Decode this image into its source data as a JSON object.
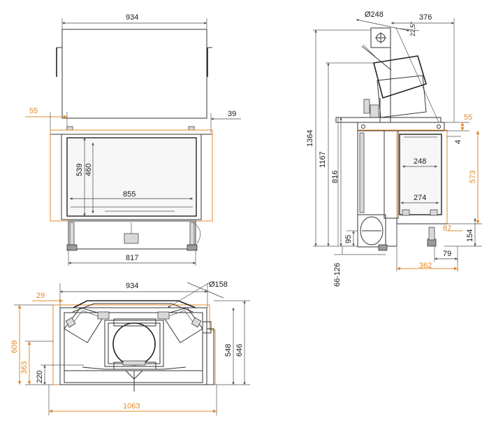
{
  "front_view": {
    "width_top": "934",
    "orange_left": "55",
    "right_offset": "39",
    "glass_height": "539",
    "glass_inner_height": "460",
    "glass_width": "855",
    "base_width": "817"
  },
  "side_view": {
    "flue_diameter": "Ø248",
    "depth_top": "376",
    "angle": "22,5°",
    "total_height": "1364",
    "height_1167": "1167",
    "height_816": "816",
    "height_95": "95",
    "feet_range": "66-126",
    "orange_55": "55",
    "gap_4": "4",
    "door_248": "248",
    "door_274": "274",
    "orange_573": "573",
    "orange_87": "87",
    "height_154": "154",
    "foot_79": "79",
    "orange_362": "362"
  },
  "plan_view": {
    "width_934": "934",
    "orange_29": "29",
    "air_diameter": "Ø158",
    "orange_609": "609",
    "orange_363": "363",
    "depth_220": "220",
    "depth_548": "548",
    "depth_646": "646",
    "orange_1063": "1063"
  },
  "colors": {
    "line": "#333333",
    "orange": "#e08a2e"
  }
}
